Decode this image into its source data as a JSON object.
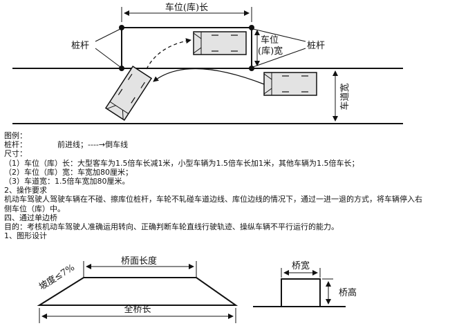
{
  "diagram_top": {
    "length_label": "车位(库)长",
    "width_label_line1": "车位",
    "width_label_line2": "(库)宽",
    "pole_label_left": "桩杆",
    "pole_label_right": "桩杆",
    "road_width_label": "车道宽"
  },
  "notes": {
    "legend_title": "图例：",
    "legend_pole": "桩杆：",
    "legend_lines": "前进线；----→倒车线",
    "size_title": "尺寸：",
    "size_1": "（1）车位（库）长：大型客车为1.5倍车长减1米，小型车辆为1.5倍车长加1米，其他车辆为1.5倍车长；",
    "size_2": "（2）车位（库）宽：车宽加80厘米；",
    "size_3": "（3）车道宽：1.5倍车宽加80厘米。",
    "req_title": "2、操作要求",
    "req_line1": "机动车驾驶人驾驶车辆在不碰、擦库位桩杆，车轮不轧碰车道边线、库位边线的情况下，通过一进一退的方式，将车辆停入右",
    "req_line2": "侧车位（库）中。",
    "bridge_title": "四、通过单边桥",
    "purpose": "目的：考核机动车驾驶人准确运用转向、正确判断车轮直线行驶轨迹、操纵车辆不平行运行的能力。",
    "design_title": "1、图形设计"
  },
  "diagram_bottom": {
    "deck_length_label": "桥面长度",
    "slope_label": "坡度≤7%",
    "total_length_label": "全桥长",
    "bridge_width_label": "桥宽",
    "bridge_height_label": "桥高"
  }
}
